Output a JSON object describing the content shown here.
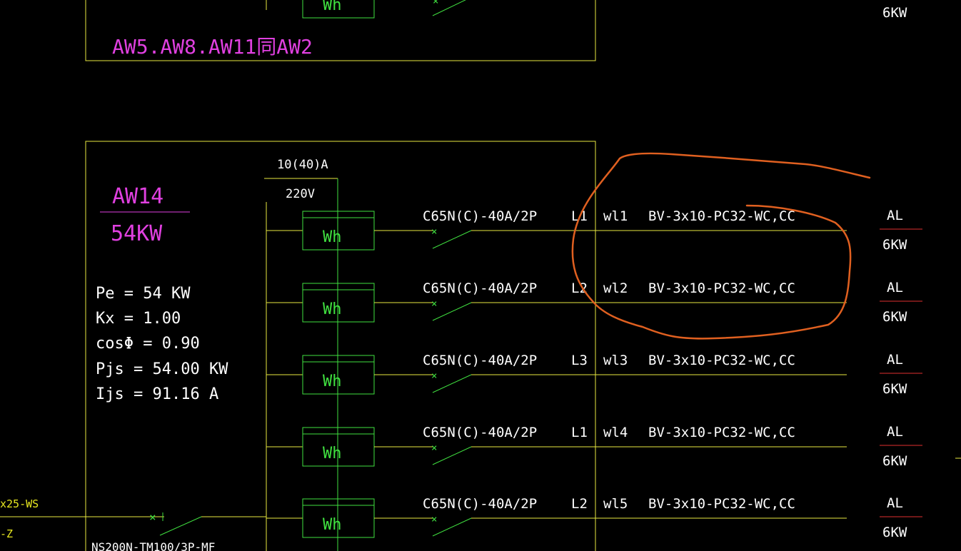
{
  "colors": {
    "background": "#000000",
    "frame": "#e8e840",
    "wire": "#e8e840",
    "meter": "#40e040",
    "text": "#ffffff",
    "panel_label": "#e040e0",
    "circuit_underline": "#e03030",
    "annotation": "#e06020"
  },
  "top_panel": {
    "meter_label": "Wh",
    "note": "AW5.AW8.AW11同AW2",
    "right_power": "6KW"
  },
  "panel": {
    "name": "AW14",
    "power": "54KW",
    "meter_rating": "10(40)A",
    "voltage": "220V",
    "params": [
      "Pe = 54 KW",
      "Kx = 1.00",
      "cosΦ = 0.90",
      "Pjs = 54.00 KW",
      "Ijs = 91.16 A"
    ],
    "main_breaker": "NS200N-TM100/3P-MF"
  },
  "incoming": {
    "cable_fragment": "x25-WS",
    "cable_fragment2": "-Z"
  },
  "circuits": [
    {
      "meter": "Wh",
      "breaker": "C65N(C)-40A/2P",
      "phase": "L1",
      "circuit": "wl1",
      "cable": "BV-3x10-PC32-WC,CC",
      "label": "AL",
      "power": "6KW"
    },
    {
      "meter": "Wh",
      "breaker": "C65N(C)-40A/2P",
      "phase": "L2",
      "circuit": "wl2",
      "cable": "BV-3x10-PC32-WC,CC",
      "label": "AL",
      "power": "6KW"
    },
    {
      "meter": "Wh",
      "breaker": "C65N(C)-40A/2P",
      "phase": "L3",
      "circuit": "wl3",
      "cable": "BV-3x10-PC32-WC,CC",
      "label": "AL",
      "power": "6KW"
    },
    {
      "meter": "Wh",
      "breaker": "C65N(C)-40A/2P",
      "phase": "L1",
      "circuit": "wl4",
      "cable": "BV-3x10-PC32-WC,CC",
      "label": "AL",
      "power": "6KW"
    },
    {
      "meter": "Wh",
      "breaker": "C65N(C)-40A/2P",
      "phase": "L2",
      "circuit": "wl5",
      "cable": "BV-3x10-PC32-WC,CC",
      "label": "AL",
      "power": "6KW"
    }
  ]
}
